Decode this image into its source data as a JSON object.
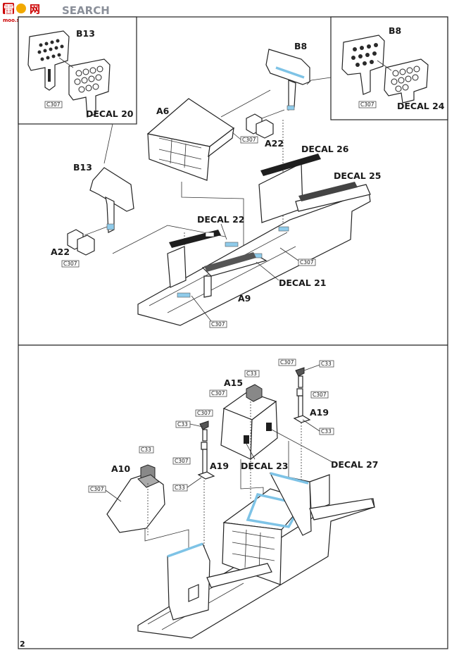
{
  "watermark": {
    "brand_cn": "雷",
    "brand_cn2": "网",
    "brand_text": "SEARCH",
    "url": "moo.shobu.com",
    "accent": "#cc0000"
  },
  "page_number": "2",
  "colors": {
    "highlight": "#7ec3e6",
    "line": "#222222"
  },
  "labels": {
    "b13_inset": "B13",
    "b8_inset": "B8",
    "decal20": "DECAL 20",
    "decal24": "DECAL 24",
    "b13": "B13",
    "b8": "B8",
    "a6": "A6",
    "a22_top": "A22",
    "a22_left": "A22",
    "decal26": "DECAL 26",
    "decal25": "DECAL 25",
    "decal22": "DECAL 22",
    "decal21": "DECAL 21",
    "a9": "A9",
    "a15": "A15",
    "a19_left": "A19",
    "a19_right": "A19",
    "a10": "A10",
    "decal23": "DECAL 23",
    "decal27": "DECAL 27"
  },
  "codes": {
    "c307": "C307",
    "c33": "C33"
  }
}
